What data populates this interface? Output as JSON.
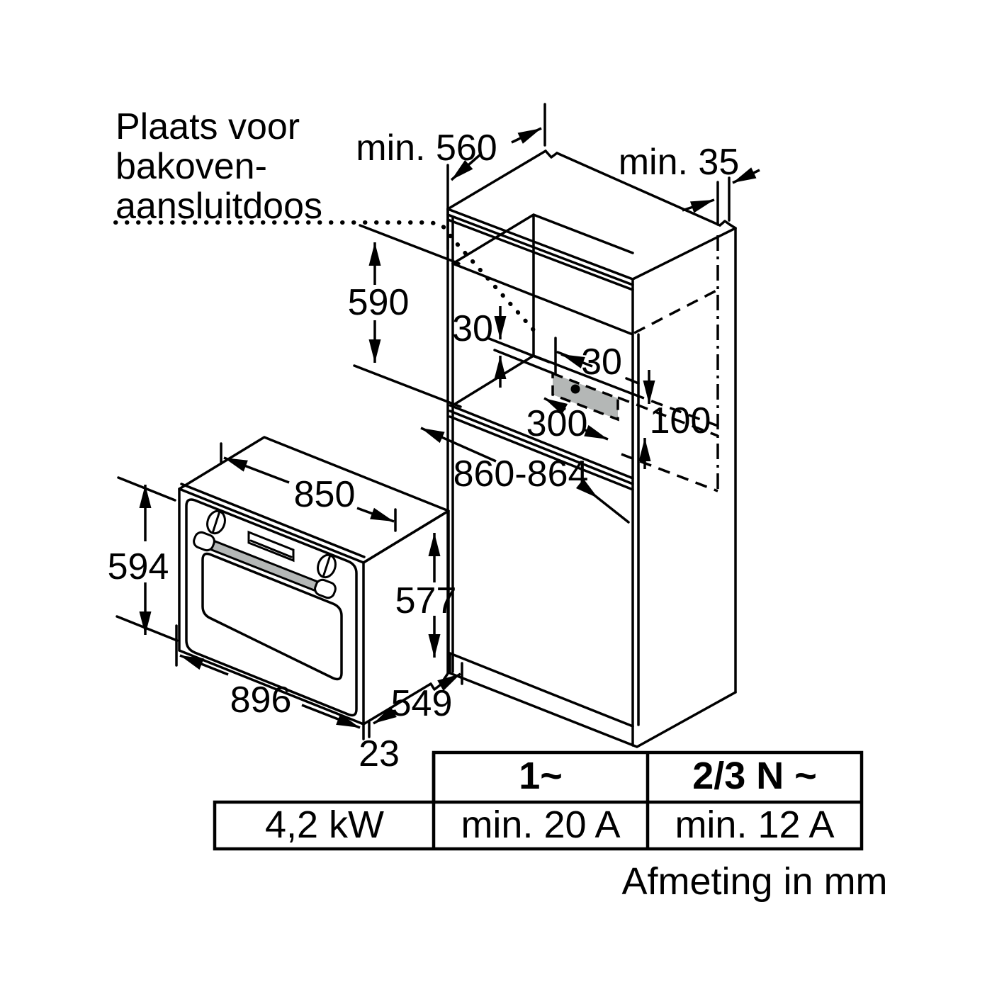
{
  "note": {
    "line1": "Plaats voor",
    "line2": "bakoven-",
    "line3": "aansluitdoos"
  },
  "dims": {
    "depth": "min. 560",
    "rear_gap": "min. 35",
    "niche_height": "590",
    "box_top_offset": "30",
    "box_center_offset": "30",
    "box_width": "300",
    "box_bottom_offset": "100",
    "niche_width": "860-864",
    "oven_top_width": "850",
    "oven_height": "594",
    "oven_body_height": "577",
    "oven_front_width": "896",
    "oven_depth": "549",
    "door_thickness": "23"
  },
  "table": {
    "headers": [
      "1~",
      "2/3 N ~"
    ],
    "row": {
      "power": "4,2 kW",
      "fuse_1ph": "min. 20 A",
      "fuse_23n": "min. 12 A"
    }
  },
  "footer": "Afmeting in mm",
  "colors": {
    "line": "#000000",
    "zone_fill": "#b4b7b6",
    "background": "#ffffff"
  }
}
